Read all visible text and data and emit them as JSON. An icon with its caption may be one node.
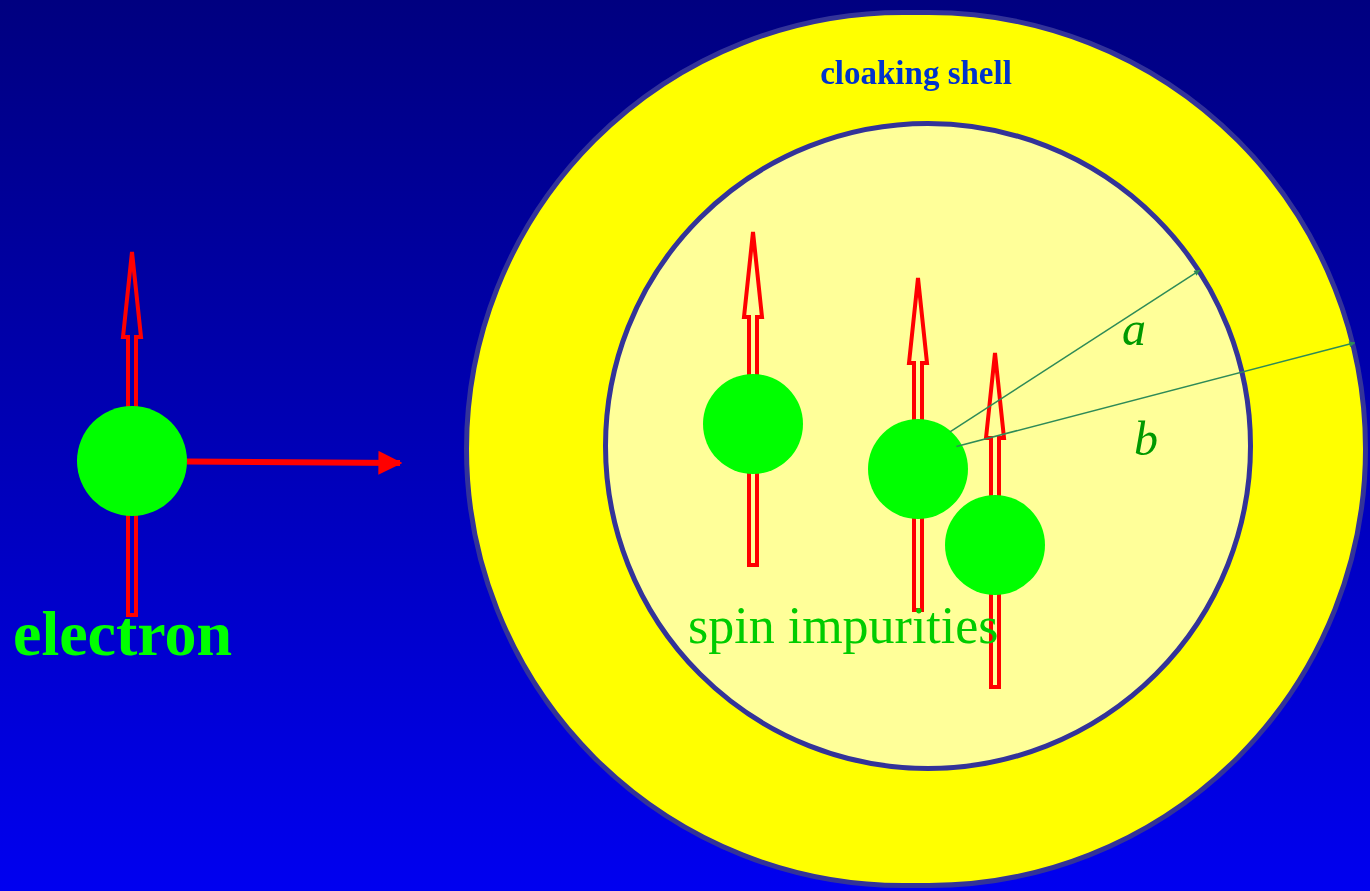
{
  "diagram": {
    "nodes": [
      {
        "text": [
          "cloaking shell"
        ]
      },
      {
        "text": [
          "spin impurities"
        ],
        "in": 0
      },
      {
        "text": [
          "electron"
        ]
      },
      {
        "text": [],
        "shape": "circle",
        "in": 1
      },
      {
        "text": [],
        "shape": "circle",
        "in": 1
      },
      {
        "text": [],
        "shape": "circle",
        "in": 1
      }
    ],
    "edges": [
      {
        "from": 2,
        "to": null,
        "arrow": "to",
        "style": "thick",
        "color": "#ff0000"
      },
      {
        "from": 4,
        "to": 1,
        "arrow": "to",
        "label": "a"
      },
      {
        "from": 4,
        "to": 0,
        "arrow": "to",
        "label": "b"
      }
    ]
  }
}
